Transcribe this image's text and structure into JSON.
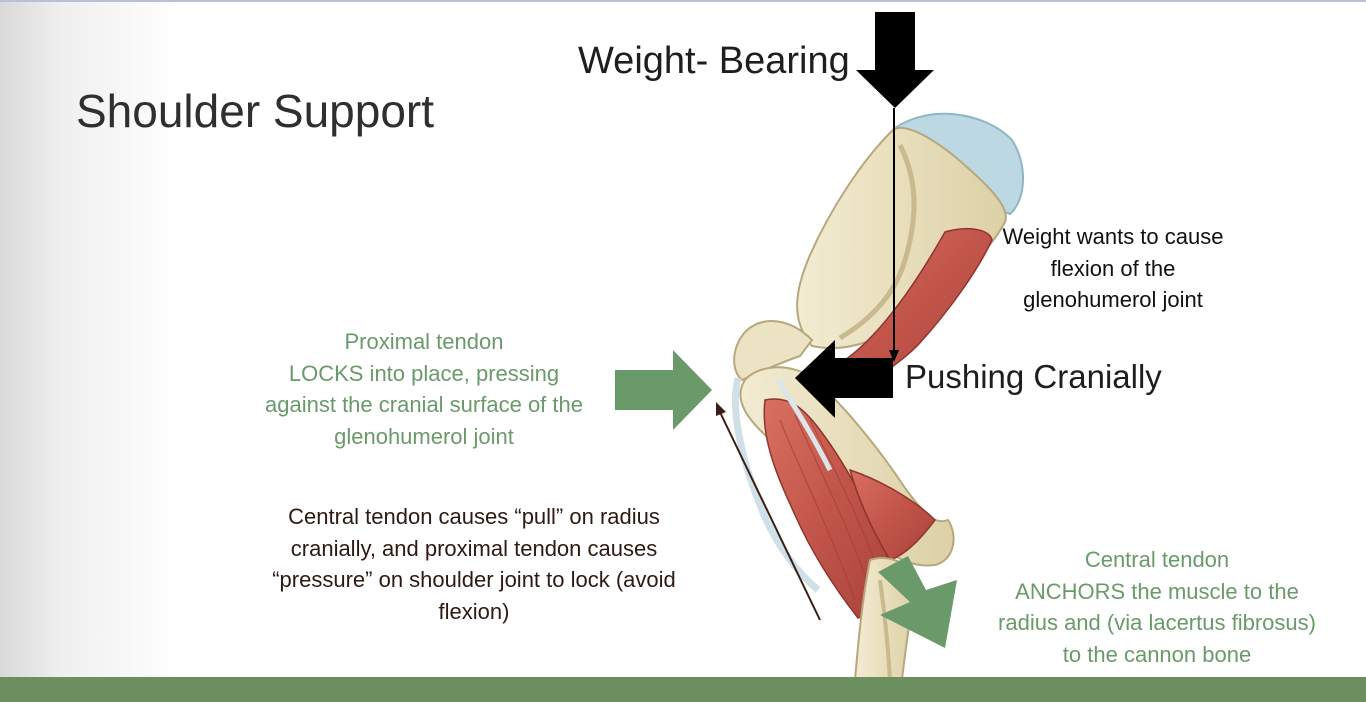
{
  "title": "Shoulder Support",
  "labels": {
    "weight_bearing": "Weight- Bearing",
    "pushing_cranially": "Pushing Cranially"
  },
  "notes": {
    "proximal": [
      "Proximal tendon",
      "LOCKS into place, pressing",
      "against the cranial surface of the",
      "glenohumerol joint"
    ],
    "weight": [
      "Weight wants to cause",
      "flexion of the",
      "glenohumerol joint"
    ],
    "central_pull": [
      "Central tendon causes “pull” on radius",
      "cranially, and proximal tendon causes",
      "“pressure” on shoulder joint to lock (avoid",
      "flexion)"
    ],
    "central_anchor": [
      "Central tendon",
      "ANCHORS the muscle to the",
      "radius and (via lacertus fibrosus)",
      "to the cannon bone"
    ]
  },
  "colors": {
    "accent_green": "#6a9a6a",
    "footer_green": "#6b8f5e",
    "bone": "#e9dfbe",
    "muscle": "#c4574a",
    "cartilage": "#bcd8e3",
    "arrow_black": "#000000",
    "arrow_brown": "#3a1e14"
  }
}
